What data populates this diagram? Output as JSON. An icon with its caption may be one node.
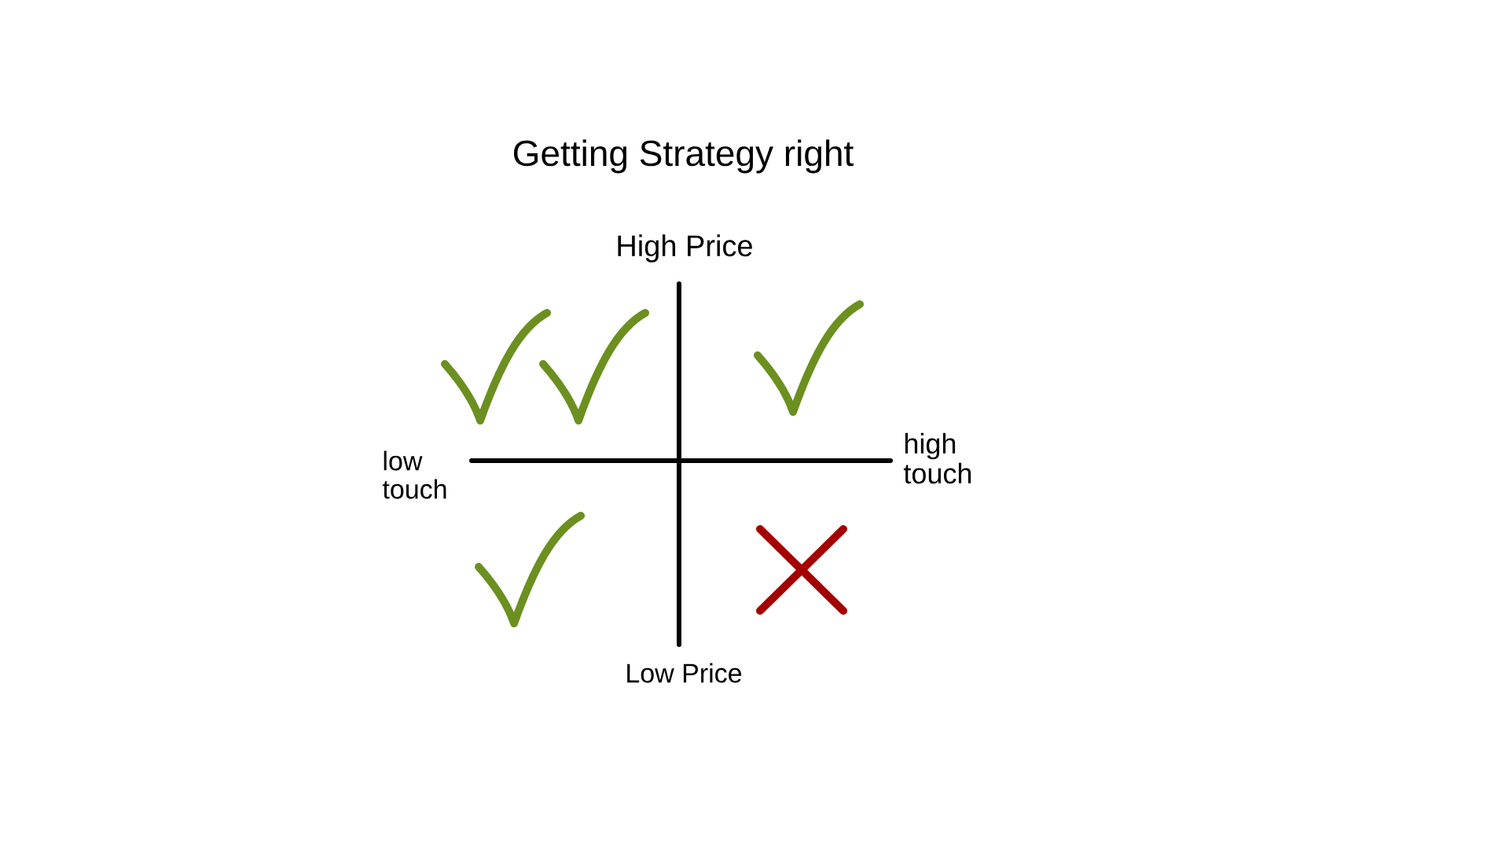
{
  "diagram": {
    "title": "Getting Strategy right",
    "labels": [
      "High Price",
      "low touch",
      "high touch",
      "Low Price"
    ]
  }
}
